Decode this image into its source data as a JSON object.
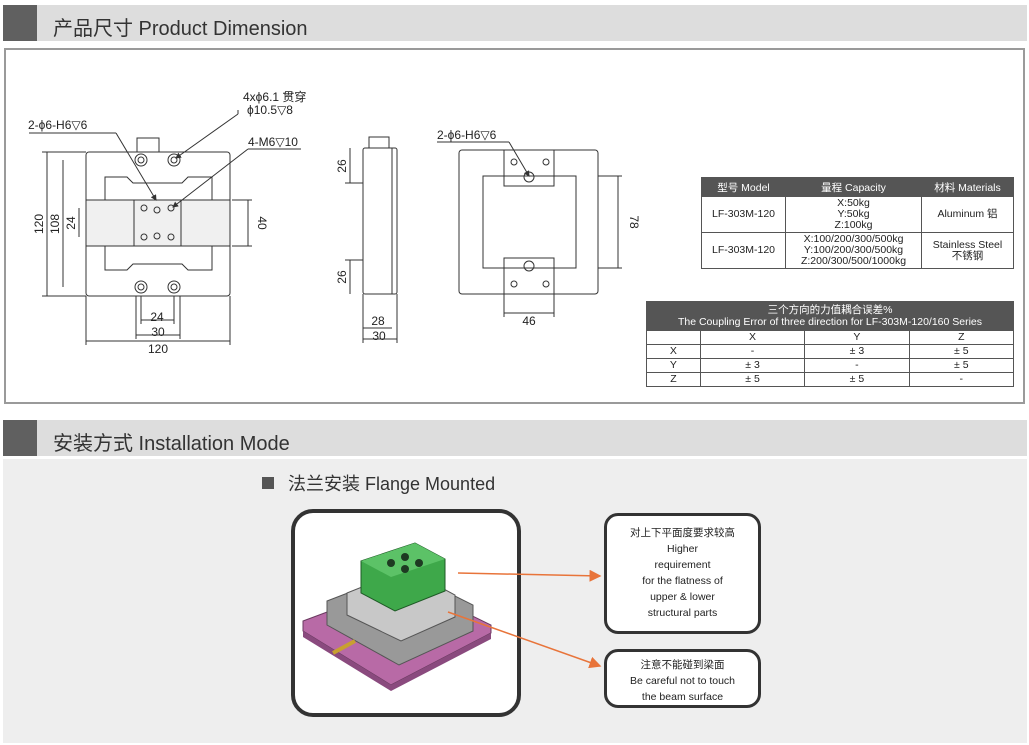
{
  "sections": {
    "dimension_title": "产品尺寸 Product Dimension",
    "installation_title": "安装方式 Installation Mode"
  },
  "drawing_labels": {
    "holes_top": "4xϕ6.1 贯穿",
    "counterbore": "ϕ10.5▽8",
    "pin_holes_left": "2-ϕ6-H6▽6",
    "threads": "4-M6▽10",
    "pin_holes_right": "2-ϕ6-H6▽6",
    "dim_120_h": "120",
    "dim_108": "108",
    "dim_24_v": "24",
    "dim_40": "40",
    "dim_24_h": "24",
    "dim_30": "30",
    "dim_120_w": "120",
    "dim_26_top": "26",
    "dim_26_bot": "26",
    "dim_28": "28",
    "dim_30_side": "30",
    "dim_78": "78",
    "dim_46": "46"
  },
  "spec_table": {
    "headers": [
      "型号 Model",
      "量程 Capacity",
      "材料 Materials"
    ],
    "rows": [
      {
        "model": "LF-303M-120",
        "capacity": [
          "X:50kg",
          "Y:50kg",
          "Z:100kg"
        ],
        "material": "Aluminum 铝"
      },
      {
        "model": "LF-303M-120",
        "capacity": [
          "X:100/200/300/500kg",
          "Y:100/200/300/500kg",
          "Z:200/300/500/1000kg"
        ],
        "material_line1": "Stainless Steel",
        "material_line2": "不锈钢"
      }
    ]
  },
  "coupling_table": {
    "title_cn": "三个方向的力值耦合误差%",
    "title_en": "The Coupling Error of three direction for LF-303M-120/160 Series",
    "columns": [
      "",
      "X",
      "Y",
      "Z"
    ],
    "rows": [
      [
        "X",
        "-",
        "± 3",
        "± 5"
      ],
      [
        "Y",
        "± 3",
        "-",
        "± 5"
      ],
      [
        "Z",
        "± 5",
        "± 5",
        "-"
      ]
    ]
  },
  "installation": {
    "method": "法兰安装 Flange Mounted",
    "callout1": [
      "对上下平面度要求较高",
      "Higher",
      "requirement",
      "for the flatness of",
      "upper & lower",
      "structural parts"
    ],
    "callout2": [
      "注意不能碰到梁面",
      "Be careful not to touch",
      "the beam surface"
    ]
  },
  "colors": {
    "bar_gray": "#dddddd",
    "bar_mark": "#606060",
    "table_header": "#555555",
    "sensor_green": "#3ea84a",
    "base_purple": "#b86aa6",
    "arrow_orange": "#e8743a"
  }
}
